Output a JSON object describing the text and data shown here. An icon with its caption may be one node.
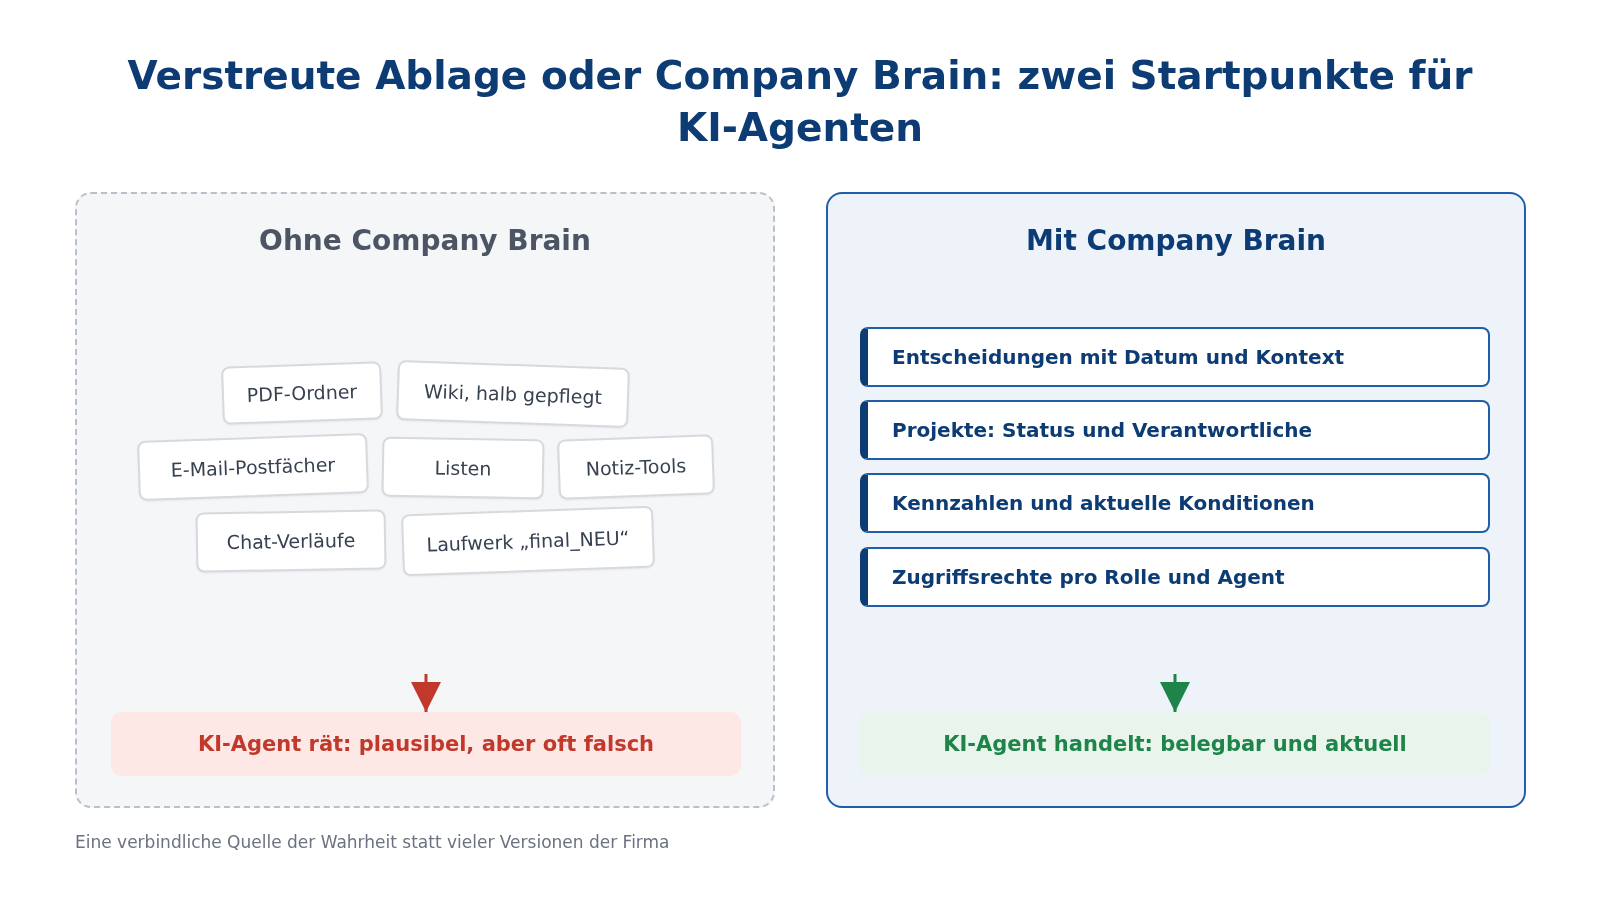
{
  "diagram": {
    "title": "Verstreute Ablage oder Company Brain: zwei Startpunkte für KI-Agenten",
    "caption": "Eine verbindliche Quelle der Wahrheit statt vieler Versionen der Firma",
    "nodes": [
      {
        "text": [
          "Ohne Company Brain"
        ]
      },
      {
        "text": [
          "PDF-Ordner"
        ],
        "in": 0
      },
      {
        "text": [
          "Wiki, halb gepflegt"
        ],
        "in": 0
      },
      {
        "text": [
          "E-Mail-Postfächer"
        ],
        "in": 0
      },
      {
        "text": [
          "Listen"
        ],
        "in": 0
      },
      {
        "text": [
          "Notiz-Tools"
        ],
        "in": 0
      },
      {
        "text": [
          "Chat-Verläufe"
        ],
        "in": 0
      },
      {
        "text": [
          "Laufwerk „final_NEU“"
        ],
        "in": 0
      },
      {
        "text": [
          "KI-Agent rät: plausibel, aber oft falsch"
        ],
        "in": 0
      },
      {
        "text": [
          "Mit Company Brain"
        ]
      },
      {
        "text": [
          "Entscheidungen mit Datum und Kontext"
        ],
        "in": 9
      },
      {
        "text": [
          "Projekte: Status und Verantwortliche"
        ],
        "in": 9
      },
      {
        "text": [
          "Kennzahlen und aktuelle Konditionen"
        ],
        "in": 9
      },
      {
        "text": [
          "Zugriffsrechte pro Rolle und Agent"
        ],
        "in": 9
      },
      {
        "text": [
          "KI-Agent handelt: belegbar und aktuell"
        ],
        "in": 9
      }
    ],
    "edges": [
      {
        "from": null,
        "to": 8,
        "arrow": "to",
        "color": "#c0392b"
      },
      {
        "from": null,
        "to": 14,
        "arrow": "to",
        "color": "#1e8449"
      }
    ]
  }
}
